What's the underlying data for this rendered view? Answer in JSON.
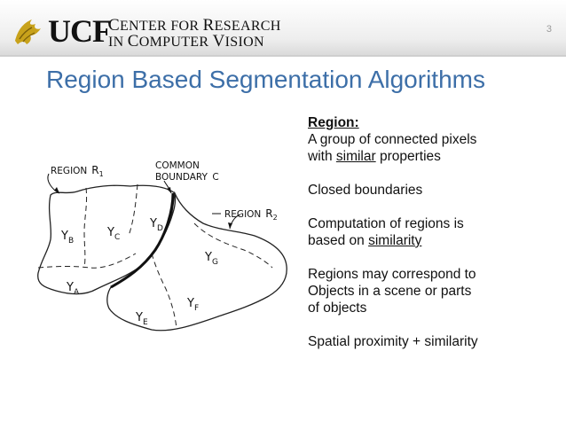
{
  "header": {
    "logo_text": "UCF",
    "org_line1_cap1": "C",
    "org_line1_small1": "ENTER FOR ",
    "org_line1_cap2": "R",
    "org_line1_small2": "ESEARCH",
    "org_line2_small1": "IN ",
    "org_line2_cap1": "C",
    "org_line2_small2": "OMPUTER ",
    "org_line2_cap2": "V",
    "org_line2_small3": "ISION",
    "page_number": "3"
  },
  "slide": {
    "title": "Region Based Segmentation Algorithms"
  },
  "figure": {
    "label_region_r1": "REGION",
    "label_r1_sym": "R",
    "label_r1_sub": "1",
    "label_common": "COMMON",
    "label_boundary": "BOUNDARY",
    "label_boundary_sym": "C",
    "label_region_r2": "REGION",
    "label_r2_sym": "R",
    "label_r2_sub": "2",
    "regions": [
      {
        "name": "Y",
        "sub": "B"
      },
      {
        "name": "Y",
        "sub": "C"
      },
      {
        "name": "Y",
        "sub": "D"
      },
      {
        "name": "Y",
        "sub": "G"
      },
      {
        "name": "Y",
        "sub": "A"
      },
      {
        "name": "Y",
        "sub": "F"
      },
      {
        "name": "Y",
        "sub": "E"
      }
    ]
  },
  "content": {
    "heading": "Region:",
    "def_line1": "A group of connected pixels",
    "def_line2_pre": "with ",
    "def_line2_underlined": "similar",
    "def_line2_post": " properties",
    "point2": "Closed boundaries",
    "point3_line1": "Computation of regions is",
    "point3_line2_pre": "based on ",
    "point3_line2_underlined": "similarity",
    "point4_line1": "Regions may correspond to",
    "point4_line2": "Objects in a scene or parts",
    "point4_line3": "of objects",
    "point5": "Spatial proximity + similarity"
  }
}
